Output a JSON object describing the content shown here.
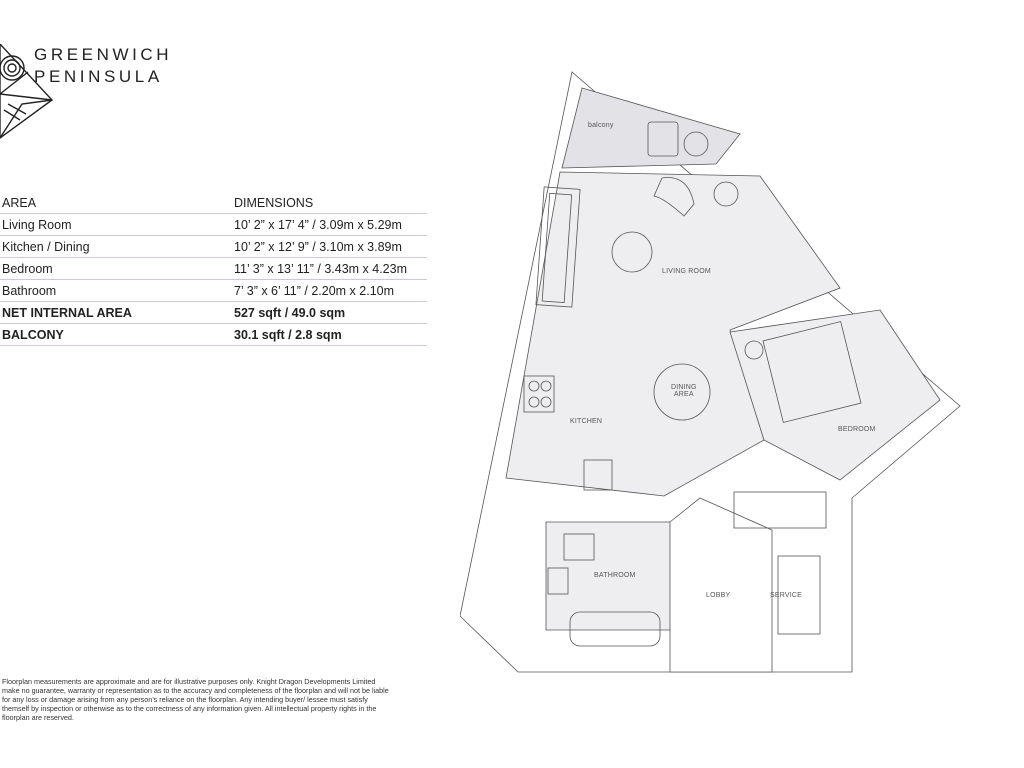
{
  "brand": {
    "line1": "GREENWICH",
    "line2": "PENINSULA"
  },
  "table": {
    "header": {
      "area": "AREA",
      "dimensions": "DIMENSIONS"
    },
    "rows": [
      {
        "area": "Living Room",
        "dimensions": "10’ 2” x 17’ 4” / 3.09m x 5.29m"
      },
      {
        "area": "Kitchen / Dining",
        "dimensions": "10’ 2” x 12’ 9” / 3.10m x 3.89m"
      },
      {
        "area": "Bedroom",
        "dimensions": "11’ 3” x 13’ 11” / 3.43m x 4.23m"
      },
      {
        "area": "Bathroom",
        "dimensions": "7’ 3” x 6’ 11” / 2.20m x 2.10m"
      }
    ],
    "totals": [
      {
        "area": "NET INTERNAL AREA",
        "dimensions": "527 sqft / 49.0 sqm"
      },
      {
        "area": "BALCONY",
        "dimensions": "30.1 sqft / 2.8 sqm"
      }
    ]
  },
  "floorplan": {
    "rooms": {
      "balcony": "balcony",
      "living_room": "LIVING ROOM",
      "dining_area_line1": "DINING",
      "dining_area_line2": "AREA",
      "kitchen": "KITCHEN",
      "bedroom": "BEDROOM",
      "bathroom": "BATHROOM",
      "lobby": "LOBBY",
      "service": "SERVICE"
    }
  },
  "disclaimer": "Floorplan measurements are approximate and are for illustrative purposes only. Knight Dragon Developments Limited make no guarantee, warranty or representation as to the accuracy and completeness of the floorplan and will not be liable for any loss or damage arising from any person’s reliance on the floorplan. Any intending buyer/ lessee must satisfy themself by inspection or otherwise as to the correctness of any information given. All intellectual property rights in the floorplan are reserved.",
  "colors": {
    "line": "#555555",
    "room_fill": "#eeedf0",
    "balcony_fill": "#e3e2e6",
    "divider": "#cfc7d3"
  }
}
